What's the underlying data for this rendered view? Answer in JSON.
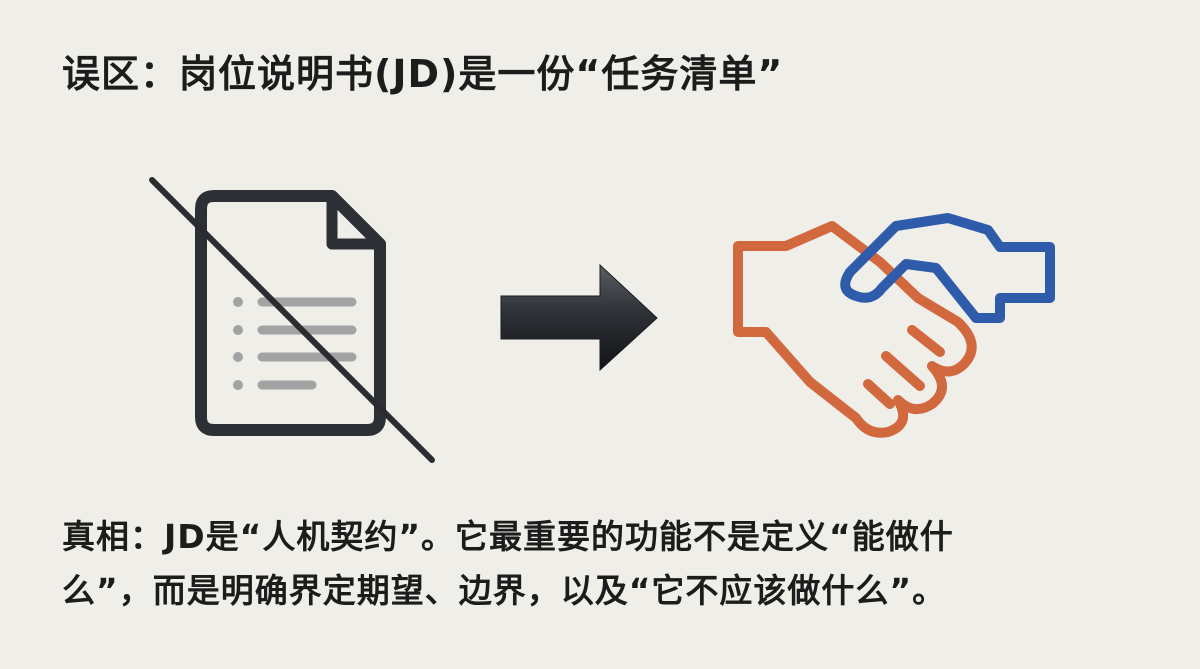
{
  "header": {
    "title": "误区：岗位说明书(JD)是一份“任务清单”"
  },
  "illustration": {
    "icons": [
      "crossed-out-document-icon",
      "right-arrow-icon",
      "handshake-icon"
    ],
    "colors": {
      "document_stroke": "#2c2f33",
      "document_lines": "#a3a3a3",
      "arrow": "#2a2c30",
      "handshake_left": "#d2693e",
      "handshake_right": "#2f5bab",
      "background": "#efeee8"
    }
  },
  "truth": {
    "line1": "真相：JD是“人机契约”。它最重要的功能不是定义“能做什",
    "line2": "么”，而是明确界定期望、边界，以及“它不应该做什么”。"
  }
}
